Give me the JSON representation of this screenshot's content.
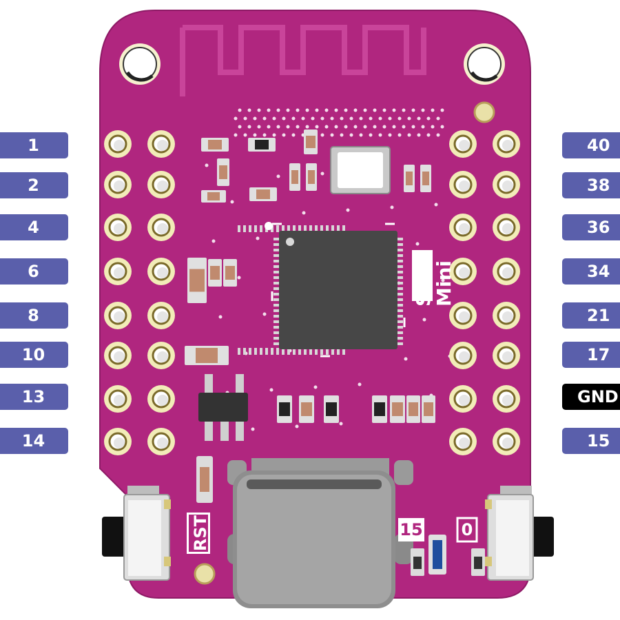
{
  "colors": {
    "board": "#b0267f",
    "board_edge": "#8e1a66",
    "pin_label": "#5a5fab",
    "gnd_label": "#000000",
    "pad_ring": "#f2ecb8",
    "chip": "#474747",
    "silk": "#ffffff"
  },
  "silkscreen": {
    "board_name": "S2 Mini",
    "reset_label": "RST",
    "button_gpio_left": "15",
    "button_gpio_right": "0"
  },
  "left_pins": [
    {
      "label": "1",
      "type": "gpio"
    },
    {
      "label": "2",
      "type": "gpio"
    },
    {
      "label": "4",
      "type": "gpio"
    },
    {
      "label": "6",
      "type": "gpio"
    },
    {
      "label": "8",
      "type": "gpio"
    },
    {
      "label": "10",
      "type": "gpio"
    },
    {
      "label": "13",
      "type": "gpio"
    },
    {
      "label": "14",
      "type": "gpio"
    }
  ],
  "right_pins": [
    {
      "label": "40",
      "type": "gpio"
    },
    {
      "label": "38",
      "type": "gpio"
    },
    {
      "label": "36",
      "type": "gpio"
    },
    {
      "label": "34",
      "type": "gpio"
    },
    {
      "label": "21",
      "type": "gpio"
    },
    {
      "label": "17",
      "type": "gpio"
    },
    {
      "label": "GND",
      "type": "ground"
    },
    {
      "label": "15",
      "type": "gpio"
    }
  ]
}
